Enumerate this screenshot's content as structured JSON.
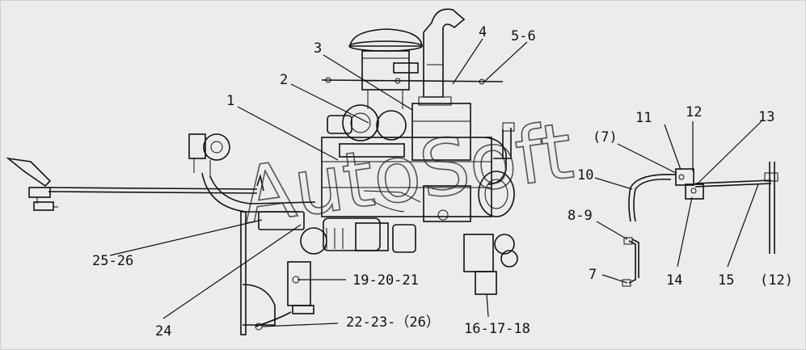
{
  "labels": {
    "l1": "1",
    "l2": "2",
    "l3": "3",
    "l4": "4",
    "l5_6": "5-6",
    "l7_paren": "(7)",
    "l11": "11",
    "l12": "12",
    "l13": "13",
    "l10": "10",
    "l8_9": "8-9",
    "l7": "7",
    "l14": "14",
    "l15": "15",
    "l12_paren": "(12)",
    "l25_26": "25-26",
    "l24": "24",
    "l19_20_21": "19-20-21",
    "l22_23_26": "22-23-（26）",
    "l16_17_18": "16-17-18"
  },
  "watermark": "AutoSoft"
}
